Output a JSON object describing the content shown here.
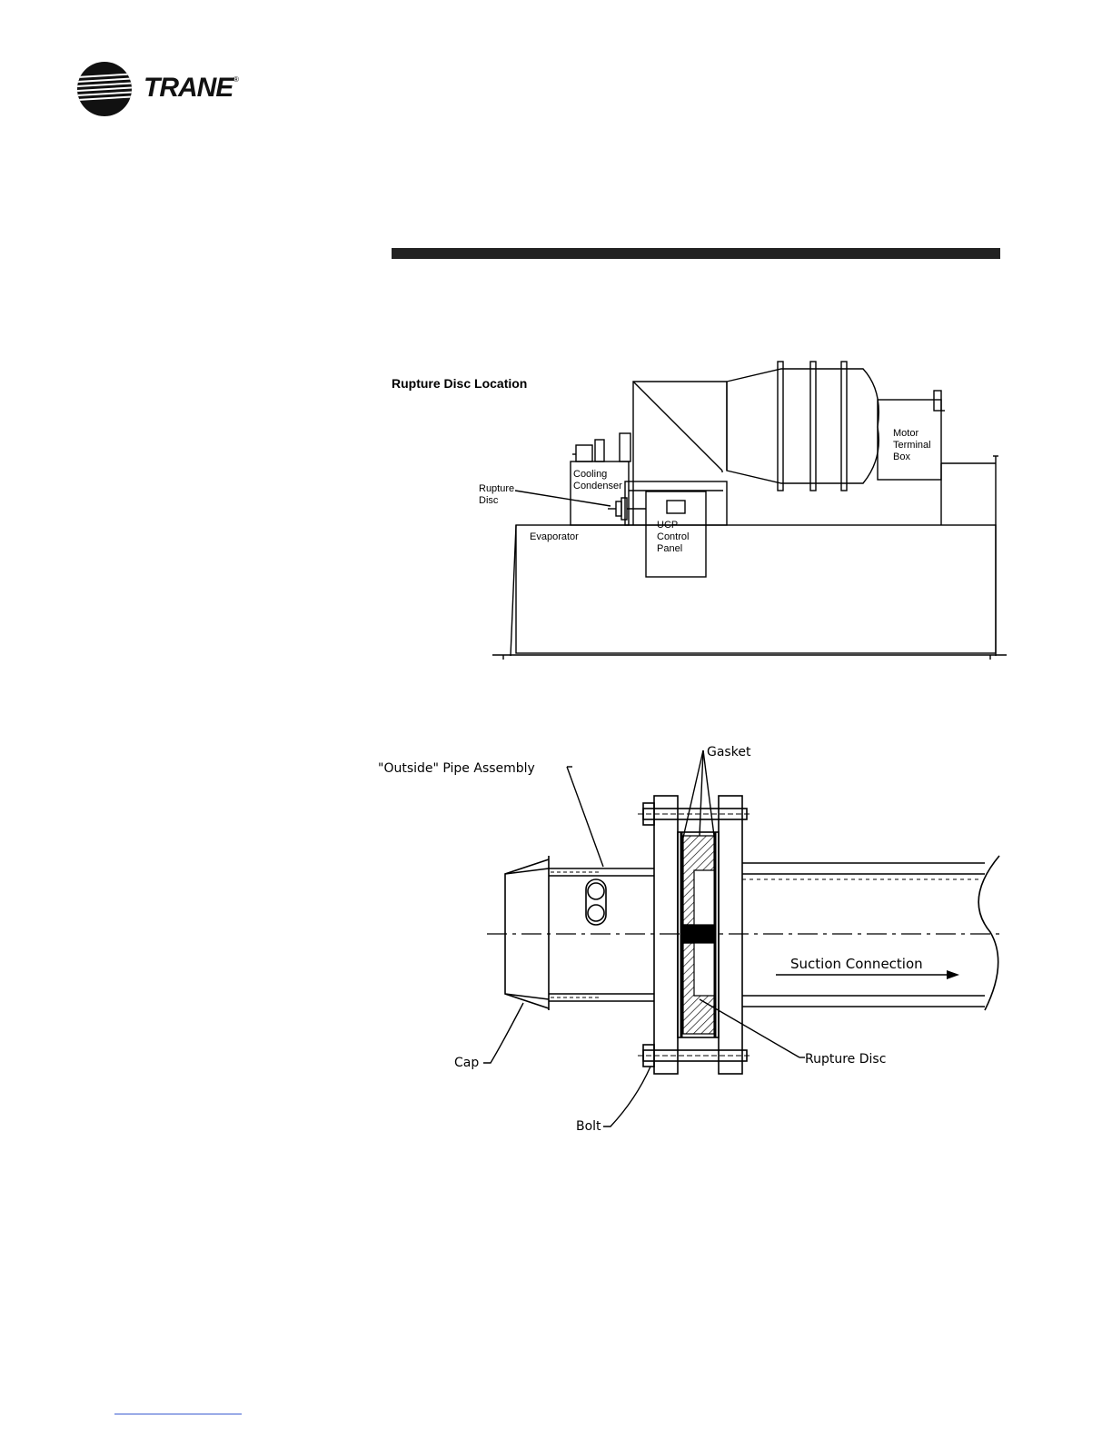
{
  "brand": {
    "name": "TRANE",
    "reg_mark": "®"
  },
  "figure1": {
    "title": "Rupture Disc Location",
    "labels": {
      "cooling_condenser_1": "Cooling",
      "cooling_condenser_2": "Condenser",
      "rupture_disc_1": "Rupture",
      "rupture_disc_2": "Disc",
      "evaporator": "Evaporator",
      "ucp_1": "UCP",
      "ucp_2": "Control",
      "ucp_3": "Panel",
      "motor_1": "Motor",
      "motor_2": "Terminal",
      "motor_3": "Box"
    }
  },
  "figure2": {
    "labels": {
      "outside_pipe": "\"Outside\"  Pipe  Assembly",
      "gasket": "Gasket",
      "suction": "Suction  Connection",
      "rupture_disc": "Rupture  Disc",
      "cap": "Cap",
      "bolt": "Bolt"
    }
  }
}
